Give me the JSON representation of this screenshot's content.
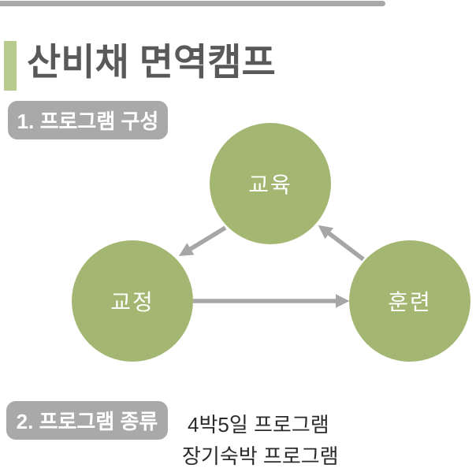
{
  "header": {
    "title": "산비채 면역캠프"
  },
  "sections": {
    "program_composition": {
      "label": "1. 프로그램 구성"
    },
    "program_types": {
      "label": "2. 프로그램 종류"
    }
  },
  "diagram": {
    "type": "cycle",
    "nodes": [
      {
        "id": "education",
        "label": "교육"
      },
      {
        "id": "correction",
        "label": "교정"
      },
      {
        "id": "training",
        "label": "훈련"
      }
    ],
    "edges": [
      {
        "from": "교육",
        "to": "교정"
      },
      {
        "from": "교정",
        "to": "훈련"
      },
      {
        "from": "훈련",
        "to": "교육"
      }
    ]
  },
  "programs": [
    {
      "name": "4박5일 프로그램"
    },
    {
      "name": "장기숙박 프로그램"
    }
  ],
  "colors": {
    "circle_green": "#a4b772",
    "accent_green": "#b6cb8d",
    "badge_gray": "#a9a9a9",
    "arrow_gray": "#a6a6a6",
    "title_gray": "#595959",
    "text_dark": "#2b2b2b",
    "divider_gray": "#a9a9a9"
  }
}
